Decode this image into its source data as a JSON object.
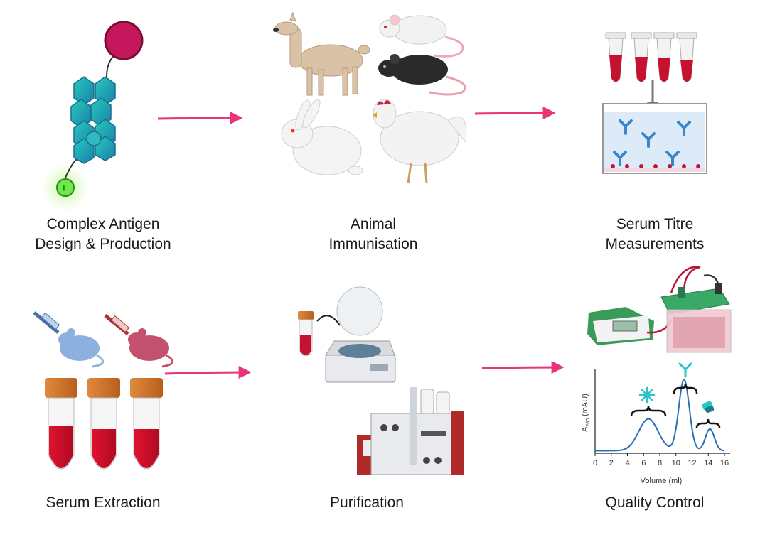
{
  "colors": {
    "arrow": "#e8347a",
    "blood": "#c8102e",
    "cap": "#d2742b",
    "antibody": "#3a86c8",
    "curve": "#2a6fb5",
    "hex": "#1fb5b0"
  },
  "steps": [
    {
      "id": "antigen",
      "line1": "Complex Antigen",
      "line2": "Design & Production"
    },
    {
      "id": "immunisation",
      "line1": "Animal",
      "line2": "Immunisation"
    },
    {
      "id": "titre",
      "line1": "Serum Titre",
      "line2": "Measurements"
    },
    {
      "id": "extraction",
      "line1": "Serum Extraction",
      "line2": ""
    },
    {
      "id": "purification",
      "line1": "Purification",
      "line2": ""
    },
    {
      "id": "qc",
      "line1": "Quality Control",
      "line2": ""
    }
  ],
  "antigen_tag": "F",
  "chart_data": {
    "type": "line",
    "xlabel": "Volume (ml)",
    "ylabel_main": "A",
    "ylabel_sub": "280",
    "ylabel_unit": " (mAU)",
    "xlim": [
      0,
      16
    ],
    "xticks": [
      0,
      2,
      4,
      6,
      8,
      10,
      12,
      14,
      16
    ],
    "ylim": [
      0,
      100
    ],
    "grid": false,
    "peaks": [
      {
        "center": 6.6,
        "height": 38,
        "width": 1.2
      },
      {
        "center": 11.0,
        "height": 85,
        "width": 0.65
      },
      {
        "center": 14.2,
        "height": 26,
        "width": 0.55
      }
    ],
    "baseline": 3
  }
}
